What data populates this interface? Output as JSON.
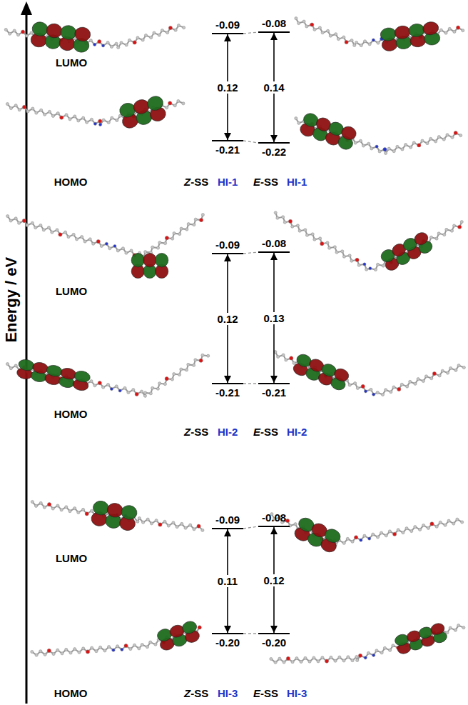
{
  "diagram": {
    "nodes": [
      {
        "text": [
          "-0.09"
        ]
      },
      {
        "text": [
          "-0.08"
        ]
      },
      {
        "text": [
          "-0.21"
        ]
      },
      {
        "text": [
          "-0.22"
        ]
      },
      {
        "text": [
          "-0.09"
        ]
      },
      {
        "text": [
          "-0.08"
        ]
      },
      {
        "text": [
          "-0.21"
        ]
      },
      {
        "text": [
          "-0.21"
        ]
      },
      {
        "text": [
          "-0.09"
        ]
      },
      {
        "text": [
          "-0.08"
        ]
      },
      {
        "text": [
          "-0.20"
        ]
      },
      {
        "text": [
          "-0.20"
        ]
      }
    ],
    "edges": [
      {
        "from": 2,
        "to": 0,
        "arrow": "both",
        "label": "0.12"
      },
      {
        "from": 3,
        "to": 1,
        "arrow": "both",
        "label": "0.14"
      },
      {
        "from": 0,
        "to": 1,
        "arrow": "none"
      },
      {
        "from": 2,
        "to": 3,
        "arrow": "none"
      },
      {
        "from": 6,
        "to": 4,
        "arrow": "both",
        "label": "0.12"
      },
      {
        "from": 7,
        "to": 5,
        "arrow": "both",
        "label": "0.13"
      },
      {
        "from": 4,
        "to": 5,
        "arrow": "none"
      },
      {
        "from": 6,
        "to": 7,
        "arrow": "none"
      },
      {
        "from": 10,
        "to": 8,
        "arrow": "both",
        "label": "0.11"
      },
      {
        "from": 11,
        "to": 9,
        "arrow": "both",
        "label": "0.12"
      },
      {
        "from": 8,
        "to": 9,
        "arrow": "none"
      },
      {
        "from": 10,
        "to": 11,
        "arrow": "none"
      }
    ],
    "labels": [
      "Energy / eV",
      "LUMO",
      "HOMO",
      "Z-SS",
      "HI-1",
      "E-SS",
      "HI-1",
      "LUMO",
      "HOMO",
      "Z-SS",
      "HI-2",
      "E-SS",
      "HI-2",
      "LUMO",
      "HOMO",
      "Z-SS",
      "HI-3",
      "E-SS",
      "HI-3"
    ]
  }
}
